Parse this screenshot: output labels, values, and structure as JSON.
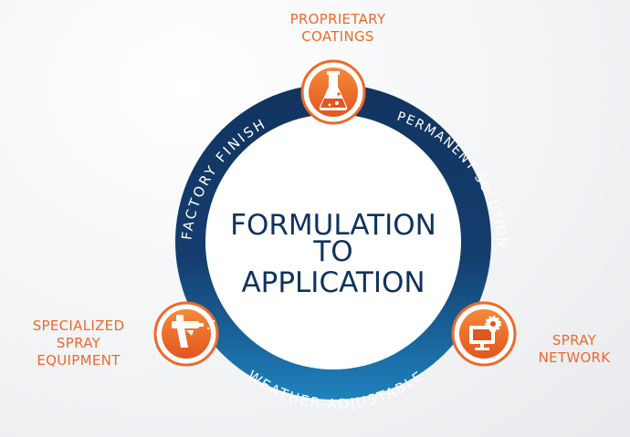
{
  "center_title": [
    "FORMULATION",
    "TO",
    "APPLICATION"
  ],
  "ring_segments": {
    "top_left": "FACTORY FINISH",
    "top_right": "PERMANENT SOLUTION",
    "bottom": "WEATHER-ADJUSTABLE"
  },
  "nodes": {
    "top": {
      "lines": [
        "PROPRIETARY",
        "COATINGS"
      ],
      "icon": "flask-icon"
    },
    "left": {
      "lines": [
        "SPECIALIZED",
        "SPRAY",
        "EQUIPMENT"
      ],
      "icon": "spray-gun-icon"
    },
    "right": {
      "lines": [
        "SPRAY",
        "NETWORK"
      ],
      "icon": "monitor-gear-icon"
    }
  },
  "colors": {
    "ring_dark": "#12345f",
    "ring_light": "#1d79b3",
    "center_text": "#10325d",
    "accent": "#ec6a2c",
    "ring_text": "#ffffff"
  }
}
